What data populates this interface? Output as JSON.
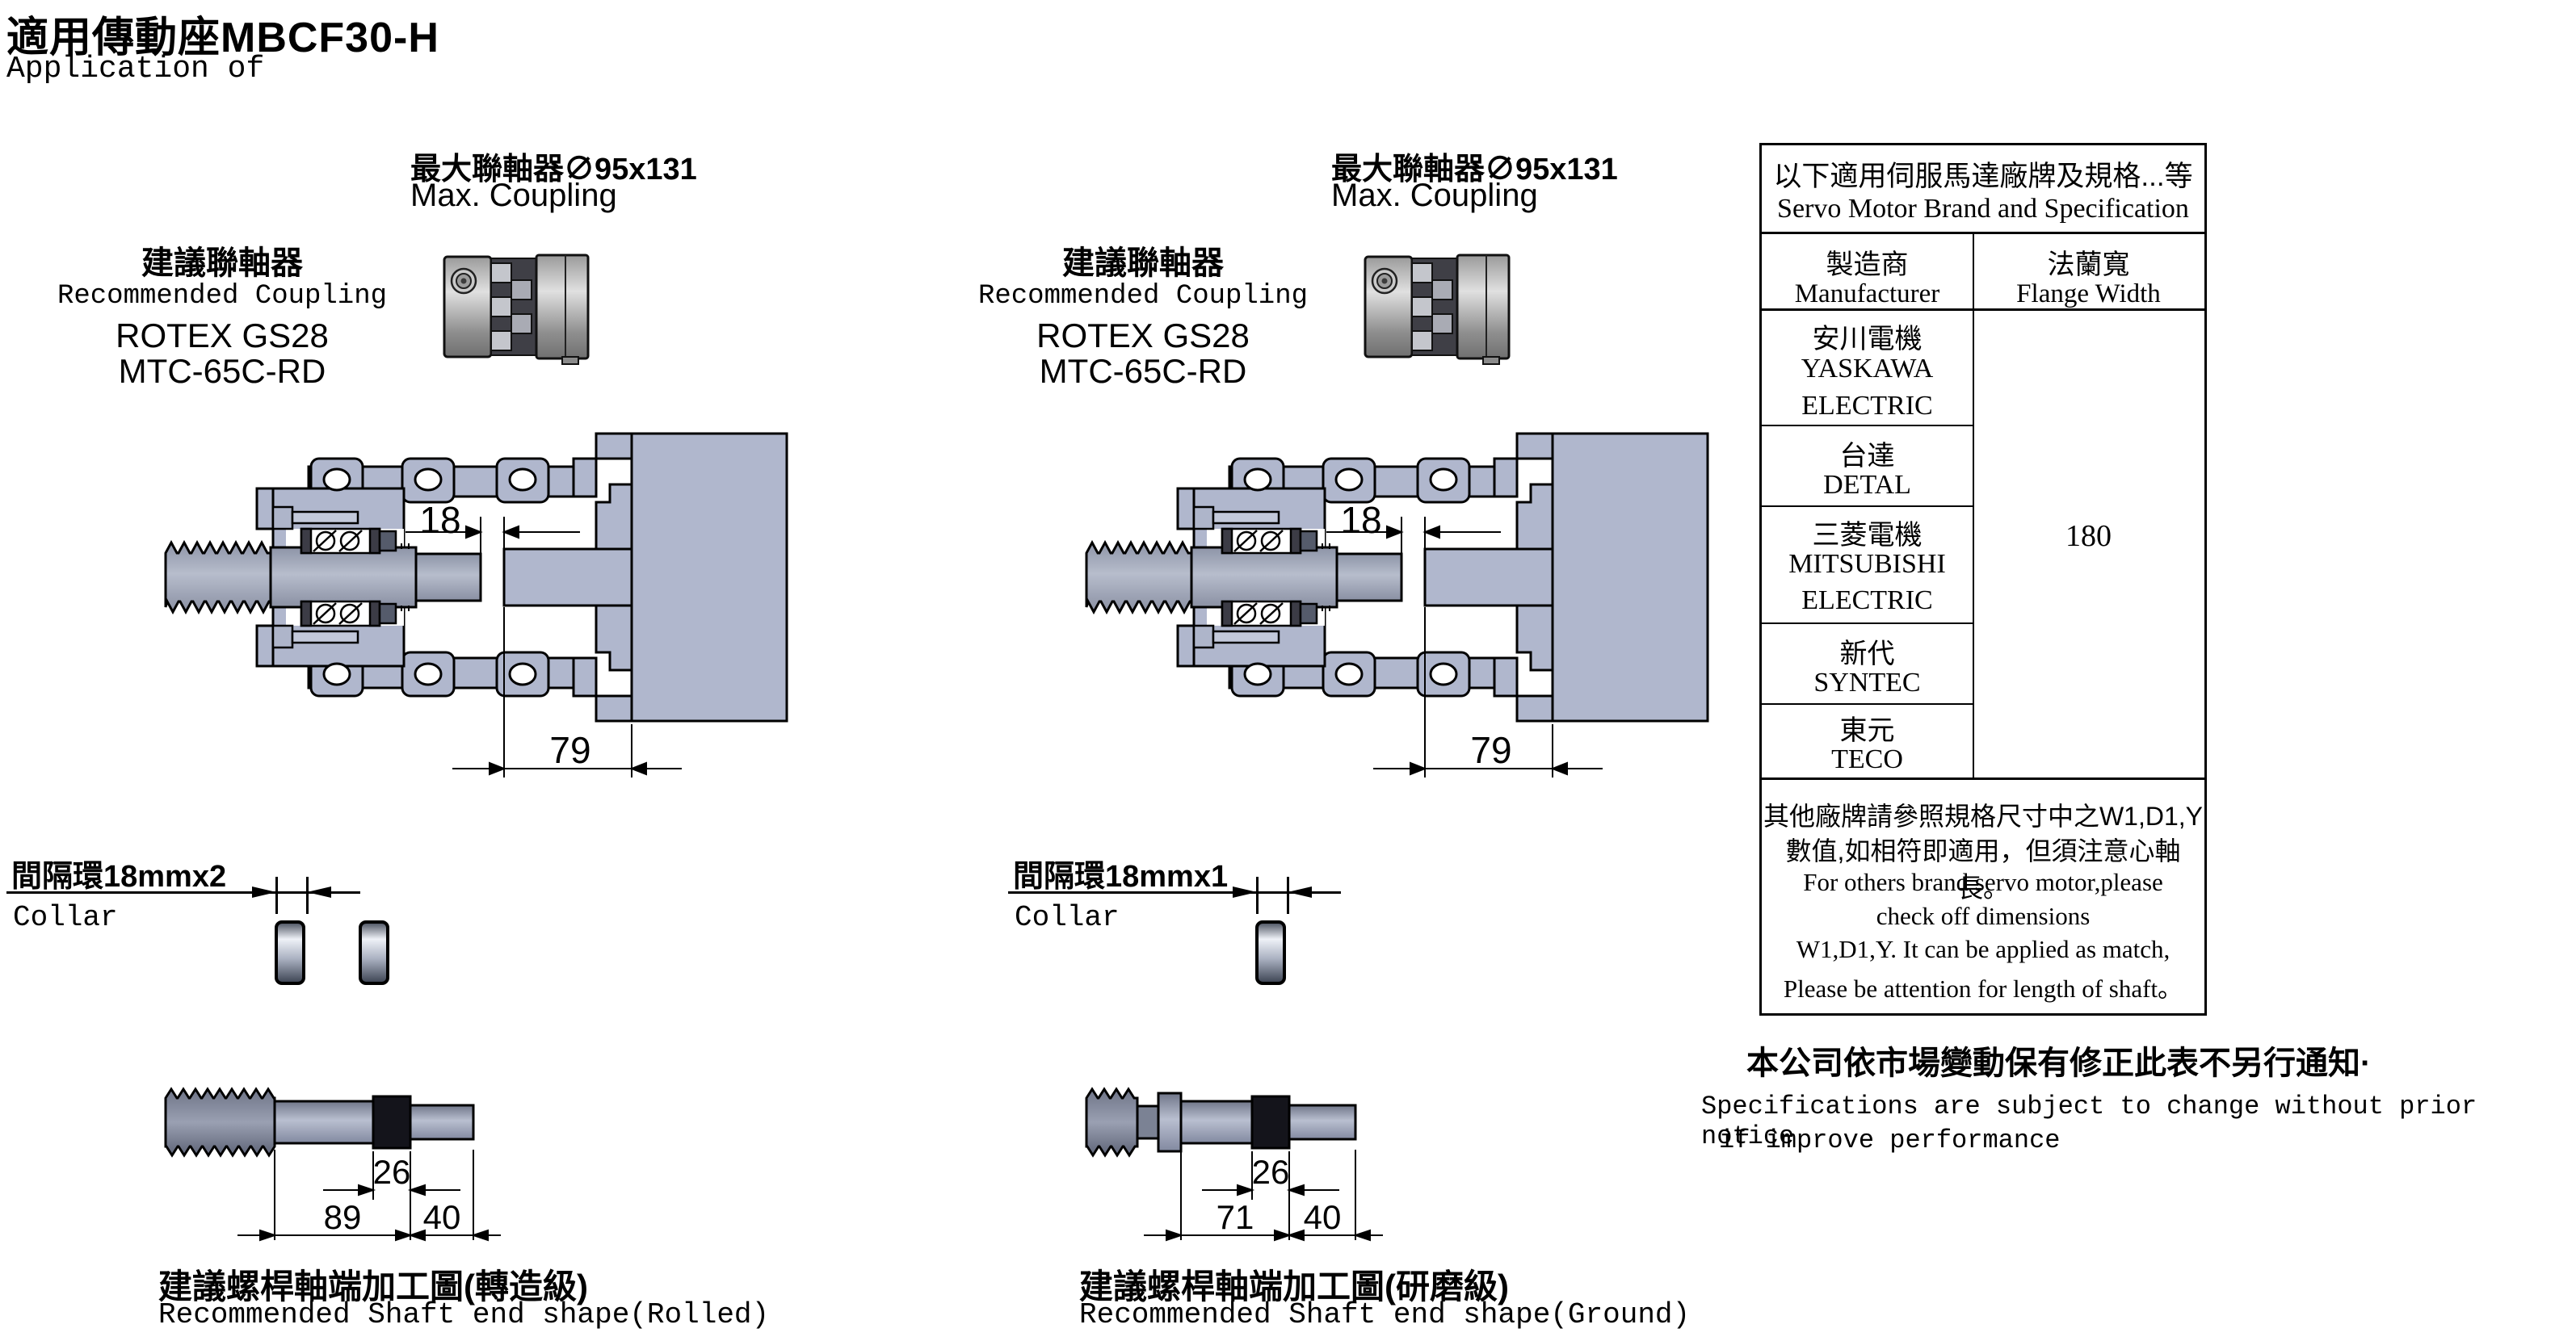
{
  "page": {
    "title": "適用傳動座MBCF30-H",
    "subtitle": "Application of"
  },
  "views": {
    "left": {
      "max_coupling": "最大聯軸器∅95x131",
      "max_coupling_en": "Max. Coupling",
      "rec_coupling": "建議聯軸器",
      "rec_coupling_en": "Recommended Coupling",
      "rec_model1": "ROTEX GS28",
      "rec_model2": "MTC-65C-RD",
      "collar": "間隔環18mmx2",
      "collar_en": "Collar",
      "dims": {
        "gap": "18",
        "depth": "79",
        "mid": "26",
        "len": "89",
        "end": "40"
      },
      "shaft_title": "建議螺桿軸端加工圖(轉造級)",
      "shaft_title_en": "Recommended Shaft end shape(Rolled)"
    },
    "right": {
      "max_coupling": "最大聯軸器∅95x131",
      "max_coupling_en": "Max. Coupling",
      "rec_coupling": "建議聯軸器",
      "rec_coupling_en": "Recommended Coupling",
      "rec_model1": "ROTEX GS28",
      "rec_model2": "MTC-65C-RD",
      "collar": "間隔環18mmx1",
      "collar_en": "Collar",
      "dims": {
        "gap": "18",
        "depth": "79",
        "mid": "26",
        "len": "71",
        "end": "40"
      },
      "shaft_title": "建議螺桿軸端加工圖(研磨級)",
      "shaft_title_en": "Recommended Shaft end shape(Ground)"
    }
  },
  "table": {
    "title": "以下適用伺服馬達廠牌及規格...等",
    "title_en": "Servo Motor Brand and Specification",
    "col_manufacturer": "製造商",
    "col_manufacturer_en": "Manufacturer",
    "col_flange": "法蘭寬",
    "col_flange_en": "Flange Width",
    "flange_width": "180",
    "brands": [
      {
        "name": "安川電機",
        "en": [
          "YASKAWA",
          "ELECTRIC"
        ]
      },
      {
        "name": "台達",
        "en": [
          "DETAL"
        ]
      },
      {
        "name": "三菱電機",
        "en": [
          "MITSUBISHI",
          "ELECTRIC"
        ]
      },
      {
        "name": "新代",
        "en": [
          "SYNTEC"
        ]
      },
      {
        "name": "東元",
        "en": [
          "TECO"
        ]
      }
    ],
    "note_lines": [
      "其他廠牌請參照規格尺寸中之W1,D1,Y",
      "數值,如相符即適用，但須注意心軸長。",
      "For others brand servo motor,please",
      "check off dimensions",
      "W1,D1,Y. It can be applied as match,",
      "Please be attention for length of shaft。"
    ]
  },
  "footer": {
    "note_cjk": "本公司依市場變動保有修正此表不另行通知·",
    "note_en1": "Specifications are subject to change without prior notice",
    "note_en2": "if improve performance"
  }
}
